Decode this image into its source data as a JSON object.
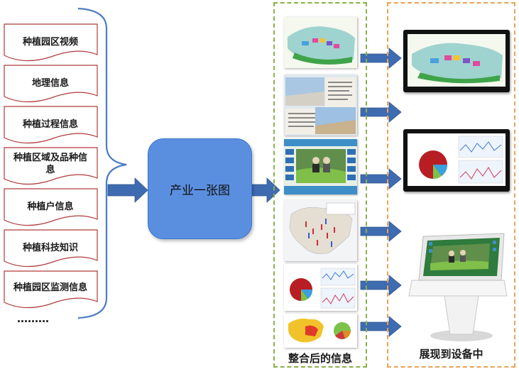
{
  "sources": {
    "items": [
      "种植园区视频",
      "地理信息",
      "种植过程信息",
      "种植区域及品种信息",
      "种植户信息",
      "种植科技知识",
      "种植园区监测信息"
    ],
    "ellipsis": "………"
  },
  "center": {
    "label": "产业一张图"
  },
  "integrated": {
    "caption": "整合后的信息",
    "thumbnails": [
      "park-map-thumbnail",
      "field-photo-thumbnail",
      "monitoring-ui-thumbnail",
      "china-map-thumbnail",
      "chart-dashboard-thumbnail",
      "province-map-thumbnail"
    ]
  },
  "devices": {
    "caption": "展现到设备中",
    "items": [
      "wall-display-map",
      "wall-display-charts",
      "kiosk-terminal"
    ]
  },
  "colors": {
    "arrow": "#3f6bb0",
    "tag_border": "#b03a3a",
    "brace": "#4a7cc4",
    "center_box": "#5a8fe0",
    "green_dash": "#8ab04a",
    "orange_dash": "#e9a25a"
  }
}
